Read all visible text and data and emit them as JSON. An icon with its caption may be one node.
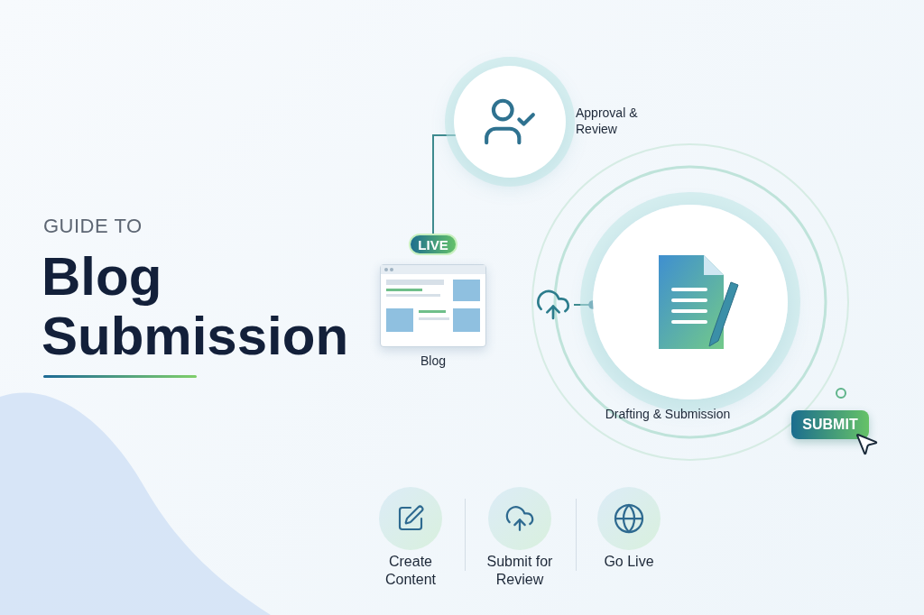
{
  "diagram": {
    "title": "Blog Submission",
    "nodes": [
      {
        "text": [],
        "shape": "circle",
        "beside": [
          "Approval & Review"
        ]
      },
      {
        "text": [
          "LIVE"
        ]
      },
      {
        "text": [],
        "shape": "picture",
        "beside": [
          "Blog"
        ]
      },
      {
        "text": [],
        "shape": "picture"
      },
      {
        "text": [],
        "shape": "circle",
        "beside": [
          "Drafting & Submission"
        ]
      },
      {
        "text": [
          "SUBMIT"
        ]
      },
      {
        "text": [],
        "shape": "circle",
        "beside": [
          "Create Content"
        ]
      },
      {
        "text": [],
        "shape": "circle",
        "beside": [
          "Submit for Review"
        ]
      },
      {
        "text": [],
        "shape": "circle",
        "beside": [
          "Go Live"
        ]
      }
    ],
    "edges": [
      {
        "from": 0,
        "to": 1,
        "arrow": "none"
      },
      {
        "from": 3,
        "to": 4,
        "arrow": "other"
      }
    ],
    "labels": [
      "GUIDE TO"
    ]
  }
}
